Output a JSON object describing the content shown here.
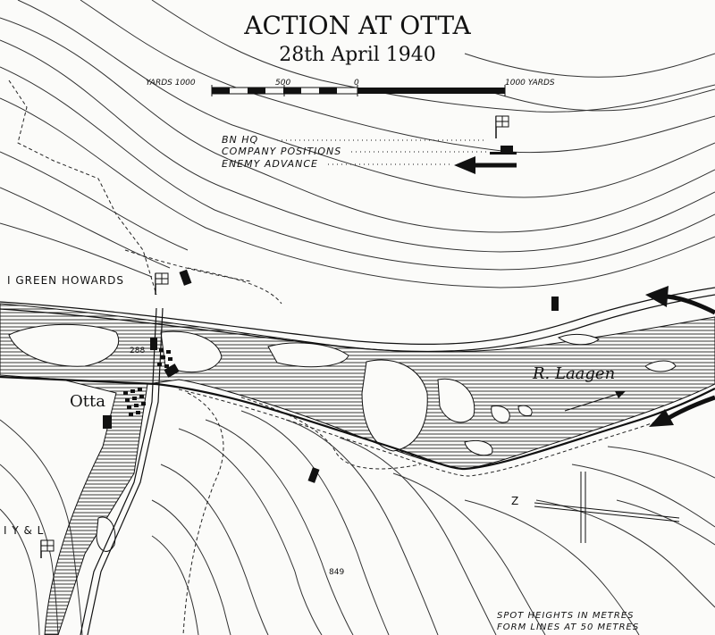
{
  "map": {
    "title": "ACTION AT OTTA",
    "date": "28th April 1940",
    "scale": {
      "left_label": "YARDS 1000",
      "tick_500": "500",
      "tick_0": "0",
      "right_label": "1000 YARDS"
    },
    "legend": {
      "hq": "BN HQ",
      "company": "COMPANY POSITIONS",
      "enemy": "ENEMY ADVANCE"
    },
    "labels": {
      "green_howards": "I GREEN HOWARDS",
      "yl": "I Y & L",
      "otta": "Otta",
      "river": "R. Laagen",
      "height_288": "288",
      "height_849": "849",
      "north": "Z"
    },
    "notes": {
      "line1": "SPOT HEIGHTS IN METRES",
      "line2": "FORM LINES AT 50 METRES"
    },
    "colors": {
      "ink": "#111111",
      "paper": "#fbfbf9"
    }
  }
}
